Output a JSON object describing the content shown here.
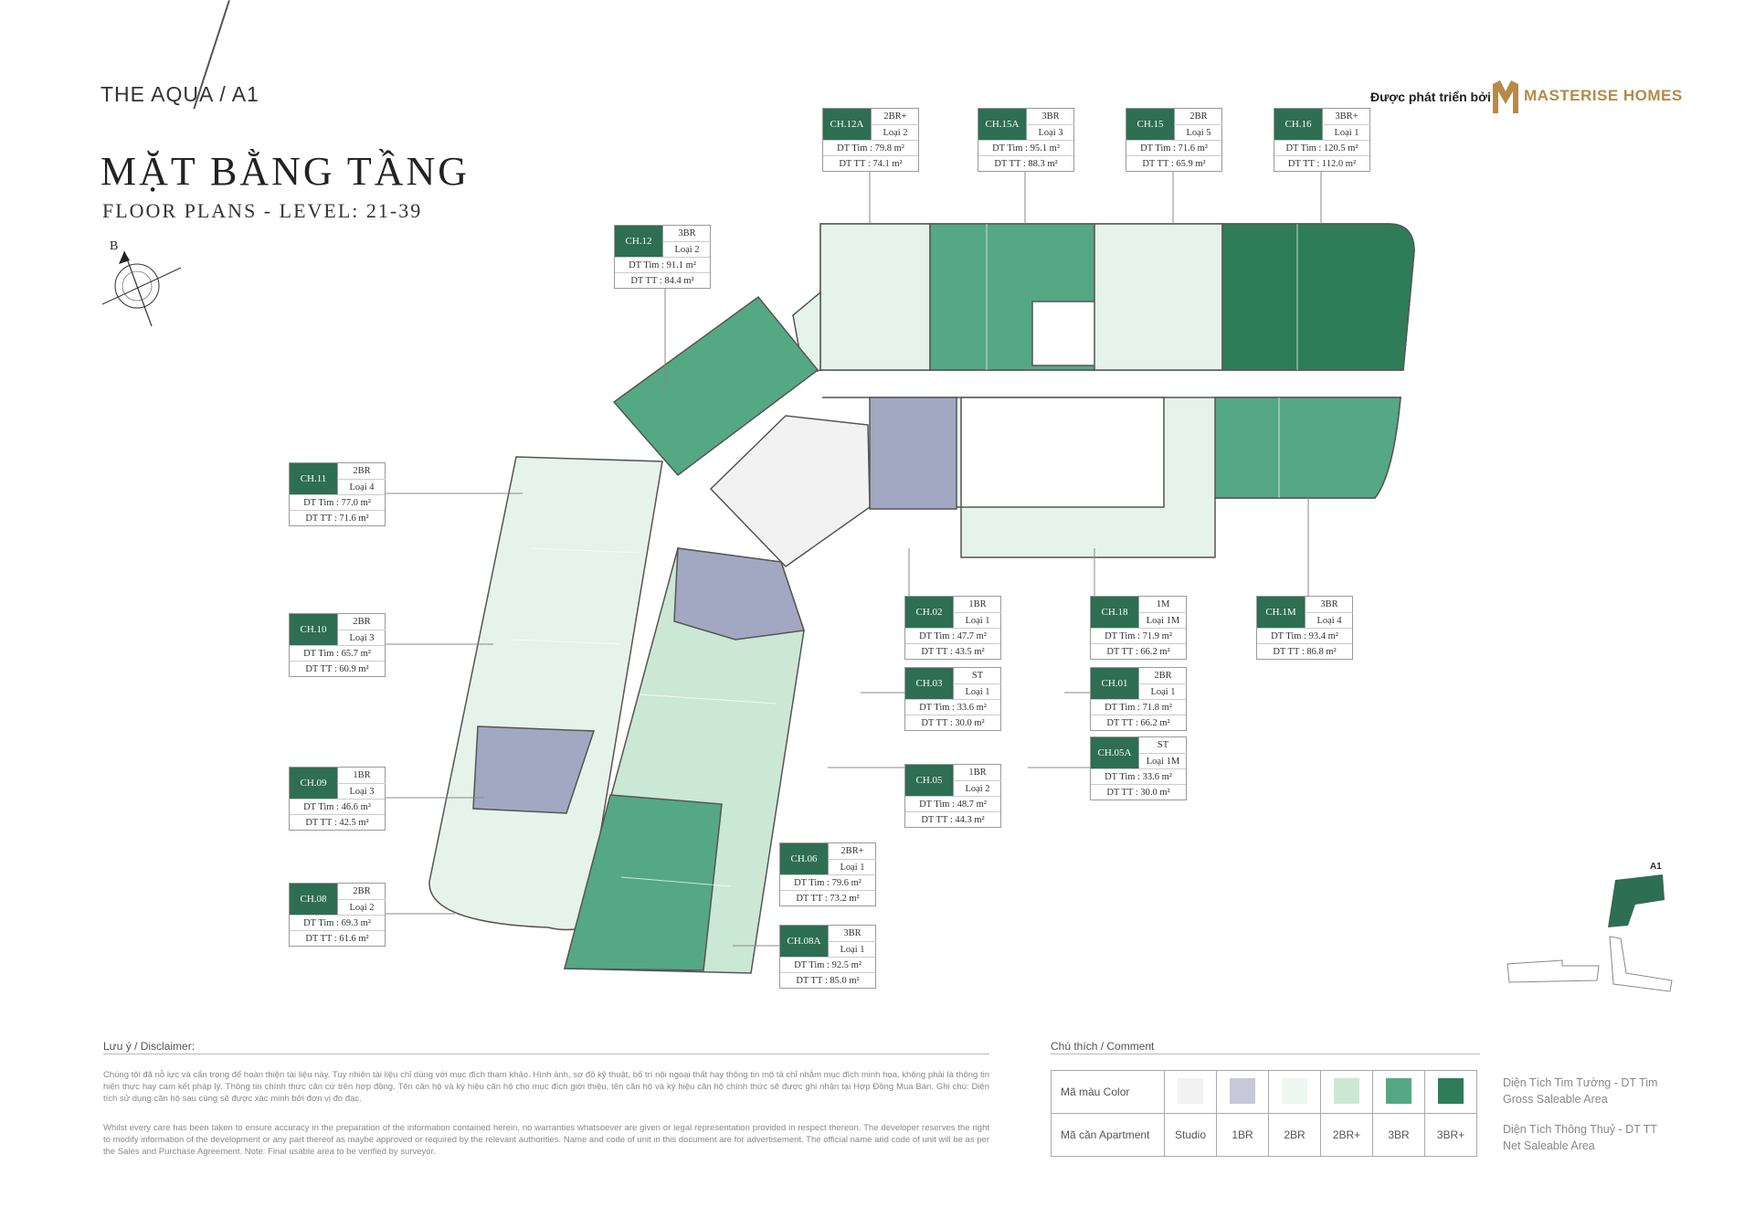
{
  "header": {
    "brand": "THE AQUA",
    "block": "A1",
    "title": "MẶT BẰNG TẦNG",
    "subtitle": "FLOOR PLANS - LEVEL: 21-39",
    "compass_letter": "B",
    "developer_prefix": "Được phát triển bởi",
    "developer_name": "MASTERISE HOMES"
  },
  "colors": {
    "studio": "#f2f2f2",
    "1br": "#a3a8c2",
    "2br": "#e6f3ea",
    "2br_plus": "#cbe8d4",
    "3br": "#55a884",
    "3br_plus": "#2e7d58",
    "tag_code_bg": "#2e6e52"
  },
  "units": [
    {
      "code": "CH.12A",
      "type": "2BR+",
      "cls": "Loại 2",
      "gross": "DT Tim : 79.8 m²",
      "net": "DT TT : 74.1 m²"
    },
    {
      "code": "CH.15A",
      "type": "3BR",
      "cls": "Loại 3",
      "gross": "DT Tim : 95.1 m²",
      "net": "DT TT : 88.3 m²"
    },
    {
      "code": "CH.15",
      "type": "2BR",
      "cls": "Loại 5",
      "gross": "DT Tim : 71.6 m²",
      "net": "DT TT : 65.9 m²"
    },
    {
      "code": "CH.16",
      "type": "3BR+",
      "cls": "Loại 1",
      "gross": "DT Tim : 120.5 m²",
      "net": "DT TT : 112.0 m²"
    },
    {
      "code": "CH.12",
      "type": "3BR",
      "cls": "Loại 2",
      "gross": "DT Tim : 91.1 m²",
      "net": "DT TT : 84.4 m²"
    },
    {
      "code": "CH.11",
      "type": "2BR",
      "cls": "Loại 4",
      "gross": "DT Tim : 77.0 m²",
      "net": "DT TT : 71.6 m²"
    },
    {
      "code": "CH.10",
      "type": "2BR",
      "cls": "Loại 3",
      "gross": "DT Tim : 65.7 m²",
      "net": "DT TT : 60.9 m²"
    },
    {
      "code": "CH.09",
      "type": "1BR",
      "cls": "Loại 3",
      "gross": "DT Tim : 46.6 m²",
      "net": "DT TT : 42.5 m²"
    },
    {
      "code": "CH.08",
      "type": "2BR",
      "cls": "Loại 2",
      "gross": "DT Tim : 69.3 m²",
      "net": "DT TT : 61.6 m²"
    },
    {
      "code": "CH.02",
      "type": "1BR",
      "cls": "Loại 1",
      "gross": "DT Tim : 47.7 m²",
      "net": "DT TT : 43.5 m²"
    },
    {
      "code": "CH.03",
      "type": "ST",
      "cls": "Loại 1",
      "gross": "DT Tim : 33.6 m²",
      "net": "DT TT : 30.0 m²"
    },
    {
      "code": "CH.05",
      "type": "1BR",
      "cls": "Loại 2",
      "gross": "DT Tim : 48.7 m²",
      "net": "DT TT : 44.3 m²"
    },
    {
      "code": "CH.06",
      "type": "2BR+",
      "cls": "Loại 1",
      "gross": "DT Tim : 79.6 m²",
      "net": "DT TT : 73.2 m²"
    },
    {
      "code": "CH.08A",
      "type": "3BR",
      "cls": "Loại 1",
      "gross": "DT Tim : 92.5 m²",
      "net": "DT TT : 85.0 m²"
    },
    {
      "code": "CH.18",
      "type": "1M",
      "cls": "Loại 1M",
      "gross": "DT Tim : 71.9 m²",
      "net": "DT TT : 66.2 m²"
    },
    {
      "code": "CH.01",
      "type": "2BR",
      "cls": "Loại 1",
      "gross": "DT Tim : 71.8 m²",
      "net": "DT TT : 66.2 m²"
    },
    {
      "code": "CH.05A",
      "type": "ST",
      "cls": "Loại 1M",
      "gross": "DT Tim : 33.6 m²",
      "net": "DT TT : 30.0 m²"
    },
    {
      "code": "CH.1M",
      "type": "3BR",
      "cls": "Loại 4",
      "gross": "DT Tim : 93.4 m²",
      "net": "DT TT : 86.8 m²"
    }
  ],
  "disclaimer": {
    "heading": "Lưu ý / Disclaimer:",
    "vi": "Chúng tôi đã nỗ lực và cẩn trọng để hoàn thiện tài liệu này. Tuy nhiên tài liệu chỉ dùng với mục đích tham khảo. Hình ảnh, sơ đồ kỹ thuật, bố trí nội ngoại thất hay thông tin mô tả chỉ nhằm mục đích minh họa, không phải là thông tin hiện thực hay cam kết pháp lý. Thông tin chính thức căn cứ trên hợp đồng. Tên căn hộ và ký hiệu căn hộ cho mục đích giới thiệu, tên căn hộ và ký hiệu căn hộ chính thức sẽ được ghi nhận tại Hợp Đồng Mua Bán. Ghi chú: Diện tích sử dụng căn hộ sau cùng sẽ được xác minh bởi đơn vị đo đạc.",
    "en": "Whilst every care has been taken to ensure accuracy in the preparation of the information contained herein, no warranties whatsoever are given or legal representation provided in respect thereon. The developer reserves the right to modify information of the development or any part thereof as maybe approved or required by the relevant authorities. Name and code of unit in this document are for advertisement. The official name and code of unit will be as per the Sales and Purchase Agreement. Note: Final usable area to be verified by surveyor."
  },
  "legend": {
    "heading": "Chú thích / Comment",
    "color_label": "Mã màu Color",
    "apt_label": "Mã căn Apartment",
    "types": [
      "Studio",
      "1BR",
      "2BR",
      "2BR+",
      "3BR",
      "3BR+"
    ],
    "gross_vi": "Diện Tích Tim Tường - DT Tim",
    "gross_en": "Gross Saleable Area",
    "net_vi": "Diện Tích Thông Thuỷ - DT TT",
    "net_en": "Net Saleable Area"
  },
  "keyplan": {
    "label": "A1"
  }
}
